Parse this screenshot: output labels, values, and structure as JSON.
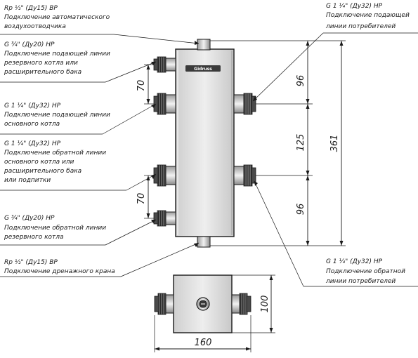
{
  "callouts": {
    "air_vent": {
      "thread": "Rp ½\" (Ду15) ВР",
      "line1": "Подключение автоматического",
      "line2": "воздухоотводчика"
    },
    "reserve_supply": {
      "thread": "G ¾\" (Ду20) НР",
      "line1": "Подключение подающей линии",
      "line2": "резервного котла или",
      "line3": "расширительного бака"
    },
    "main_supply": {
      "thread": "G 1 ¼\" (Ду32) НР",
      "line1": "Подключение подающей линии",
      "line2": "основного котла"
    },
    "main_return": {
      "thread": "G 1 ¼\" (Ду32) НР",
      "line1": "Подключение обратной линии",
      "line2": "основного котла или",
      "line3": "расширительного бака",
      "line4": "или подпитки"
    },
    "reserve_return": {
      "thread": "G ¾\" (Ду20) НР",
      "line1": "Подключение обратной линии",
      "line2": "резервного котла"
    },
    "drain": {
      "thread": "Rp ½\" (Ду15) ВР",
      "line1": "Подключение дренажного крана"
    },
    "consumer_supply": {
      "thread": "G 1 ¼\" (Ду32) НР",
      "line1": "Подключение подающей",
      "line2": "линии потребителей"
    },
    "consumer_return": {
      "thread": "G 1 ¼\" (Ду32) НР",
      "line1": "Подключение обратной",
      "line2": "линии потребителей"
    }
  },
  "dimensions": {
    "upper_spacing": "96",
    "middle_spacing": "125",
    "lower_spacing": "96",
    "total_height": "361",
    "left_upper_spacing": "70",
    "left_lower_spacing": "70",
    "bottom_width": "160",
    "bottom_depth": "100"
  },
  "brand_logo": "Gidruss"
}
